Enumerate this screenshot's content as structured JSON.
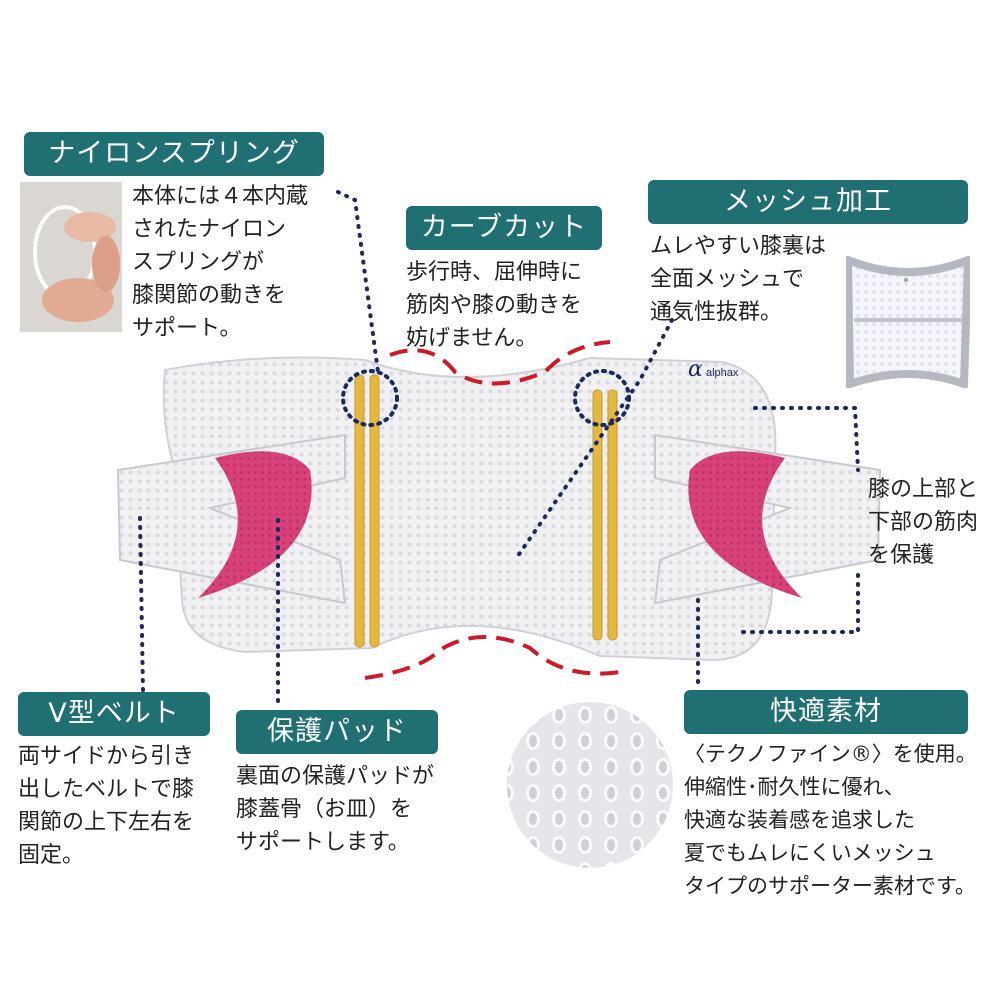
{
  "colors": {
    "tag_bg": "#1f6f73",
    "dot": "#1b2a5a",
    "accent_red": "#cc1a2b",
    "pad_pink": "#d6417a",
    "spring_yellow": "#e3b83f",
    "mesh": "#ececf0"
  },
  "product": {
    "brand_logo": "alphax"
  },
  "features": {
    "nylon_spring": {
      "title": "ナイロンスプリング",
      "lines": [
        "本体には４本内蔵",
        "されたナイロン",
        "スプリングが",
        "膝関節の動きを",
        "サポート。"
      ]
    },
    "curve_cut": {
      "title": "カーブカット",
      "lines": [
        "歩行時、屈伸時に",
        "筋肉や膝の動きを",
        "妨げません。"
      ]
    },
    "mesh": {
      "title": "メッシュ加工",
      "lines": [
        "ムレやすい膝裏は",
        "全面メッシュで",
        "通気性抜群。"
      ]
    },
    "knee_protect": {
      "lines": [
        "膝の上部と",
        "下部の筋肉",
        "を保護"
      ]
    },
    "v_belt": {
      "title": "V型ベルト",
      "lines": [
        "両サイドから引き",
        "出したベルトで膝",
        "関節の上下左右を",
        "固定。"
      ]
    },
    "pad": {
      "title": "保護パッド",
      "lines": [
        "裏面の保護パッドが",
        "膝蓋骨（お皿）を",
        "サポートします。"
      ]
    },
    "material": {
      "title": "快適素材",
      "lines": [
        "〈テクノファイン®〉を使用。",
        "伸縮性･耐久性に優れ、",
        "快適な装着感を追求した",
        "夏でもムレにくいメッシュ",
        "タイプのサポーター素材です。"
      ]
    }
  }
}
